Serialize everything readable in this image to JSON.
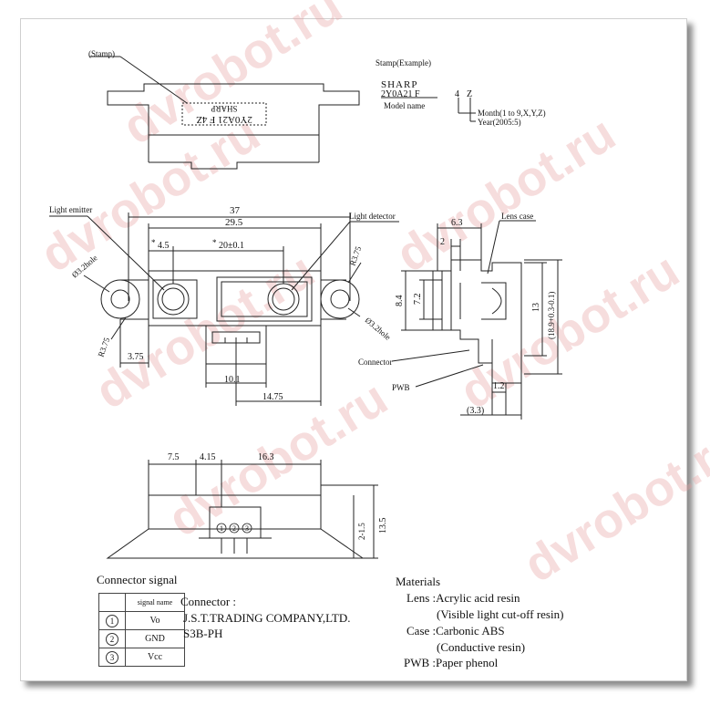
{
  "stamp": {
    "stamp_label": "(Stamp)",
    "example_label": "Stamp(Example)",
    "stamp_text_line1": "SHARP",
    "stamp_text_line2": "2Y0A21  F  4Z",
    "brand": "SHARP",
    "model_code": "2Y0A21  F",
    "digit_year": "4",
    "digit_month": "Z",
    "model_name_label": "Model name",
    "month_label": "Month(1 to 9,X,Y,Z)",
    "year_label": "Year(2005:5)"
  },
  "front_view": {
    "light_emitter": "Light emitter",
    "light_detector": "Light detector",
    "dim_37": "37",
    "dim_29_5": "29.5",
    "dim_4_5": "4.5",
    "dim_20": "20±0.1",
    "star": "*",
    "hole_left": "Ø3.2hole",
    "hole_right": "Ø3.2hole",
    "r_left": "R3.75",
    "r_right": "R3.75",
    "dim_3_75": "3.75",
    "dim_10_1": "10.1",
    "dim_14_75": "14.75"
  },
  "side_view": {
    "lens_case": "Lens case",
    "dim_6_3": "6.3",
    "dim_2": "2",
    "dim_8_4": "8.4",
    "dim_7_2": "7.2",
    "dim_13": "13",
    "dim_18_9": "(18.9+0.3-0.1)",
    "connector": "Connector",
    "pwb": "PWB",
    "dim_1_2": "1.2",
    "dim_3_3": "(3.3)"
  },
  "bottom_view": {
    "dim_7_5": "7.5",
    "dim_4_15": "4.15",
    "dim_16_3": "16.3",
    "dim_2_1_5": "2-1.5",
    "dim_13_5": "13.5",
    "pins": [
      "1",
      "2",
      "3"
    ]
  },
  "connector_signal": {
    "title": "Connector signal",
    "header": "signal name",
    "rows": [
      {
        "num": "1",
        "name": "Vo"
      },
      {
        "num": "2",
        "name": "GND"
      },
      {
        "num": "3",
        "name": "Vcc"
      }
    ],
    "connector_label": "Connector :",
    "company": "J.S.T.TRADING COMPANY,LTD.",
    "part": "S3B-PH"
  },
  "materials": {
    "title": "Materials",
    "lines": [
      "Lens :Acrylic acid resin",
      "(Visible light cut-off resin)",
      "Case :Carbonic ABS",
      "(Conductive resin)",
      "PWB :Paper phenol"
    ]
  },
  "watermark": "dvrobot.ru"
}
